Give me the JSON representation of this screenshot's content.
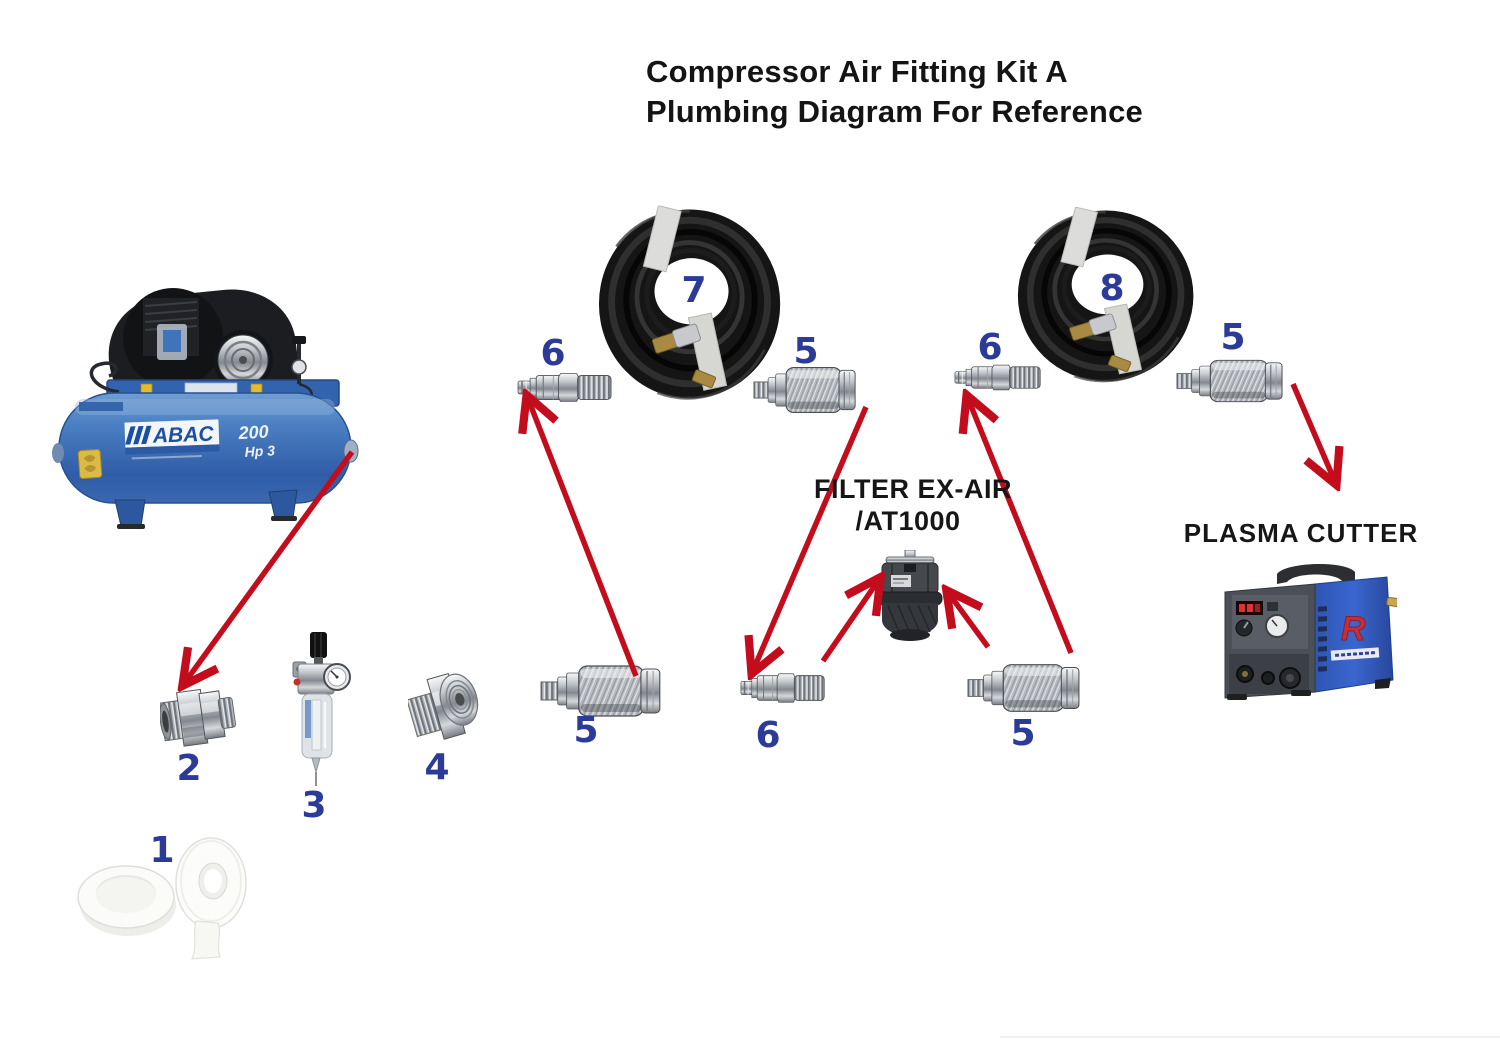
{
  "title": {
    "line1": "Compressor Air Fitting Kit A",
    "line2": "Plumbing Diagram For Reference"
  },
  "labels": {
    "filter_line1": "FILTER EX-AIR",
    "filter_line2": "/AT1000",
    "plasma_cutter": "PLASMA CUTTER"
  },
  "compressor": {
    "brand": "ABAC",
    "capacity": "200",
    "power": "Hp 3"
  },
  "part_labels": {
    "p1": "1",
    "p2": "2",
    "p3": "3",
    "p4": "4",
    "p5": "5",
    "p6": "6",
    "p7": "7",
    "p8": "8"
  },
  "colors": {
    "arrow_red": "#c30d1c",
    "part_number_blue": "#2b3b97",
    "label_black": "#161616",
    "compressor_blue": "#4a7ec2",
    "plasma_blue": "#3a5fc0"
  }
}
